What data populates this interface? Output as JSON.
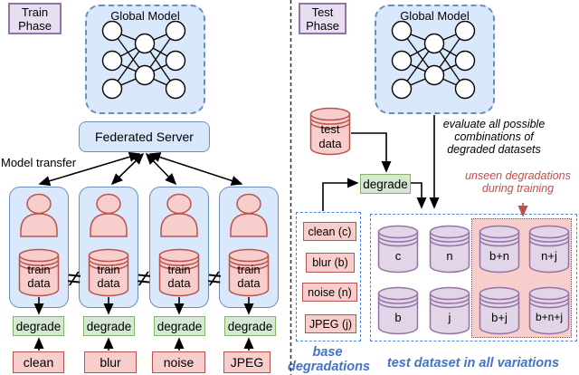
{
  "left": {
    "phase": {
      "line1": "Train",
      "line2": "Phase"
    },
    "global_model": "Global Model",
    "server": "Federated Server",
    "model_transfer": "Model transfer",
    "not_equal": "≠",
    "clients": [
      {
        "data1": "train",
        "data2": "data",
        "degrade": "degrade",
        "source": "clean"
      },
      {
        "data1": "train",
        "data2": "data",
        "degrade": "degrade",
        "source": "blur"
      },
      {
        "data1": "train",
        "data2": "data",
        "degrade": "degrade",
        "source": "noise"
      },
      {
        "data1": "train",
        "data2": "data",
        "degrade": "degrade",
        "source": "JPEG"
      }
    ]
  },
  "right": {
    "phase": {
      "line1": "Test",
      "line2": "Phase"
    },
    "global_model": "Global Model",
    "test_data": {
      "line1": "test",
      "line2": "data"
    },
    "degrade": "degrade",
    "evaluate": {
      "line1": "evaluate all possible",
      "line2": "combinations of",
      "line3": "degraded datasets"
    },
    "unseen": {
      "line1": "unseen degradations",
      "line2": "during training"
    },
    "base": {
      "items": [
        "clean (c)",
        "blur (b)",
        "noise (n)",
        "JPEG (j)"
      ],
      "caption1": "base",
      "caption2": "degradations"
    },
    "datasets": {
      "row1": [
        "c",
        "n",
        "b+n",
        "n+j"
      ],
      "row2": [
        "b",
        "j",
        "b+j",
        "b+n+j"
      ],
      "caption": "test dataset in all variations"
    }
  },
  "colors": {
    "blue_fill": "#dae8fc",
    "blue_stroke": "#6c8ebf",
    "pink_fill": "#f8cecc",
    "pink_stroke": "#b85450",
    "green_fill": "#d5e8d4",
    "green_stroke": "#82b366",
    "purple_fill": "#e1d5e7",
    "purple_stroke": "#9673a6",
    "caption_blue": "#4472c4",
    "warn_red": "#cb4b4b",
    "dashed_blue": "#4a86e8",
    "arrow_black": "#000000"
  }
}
